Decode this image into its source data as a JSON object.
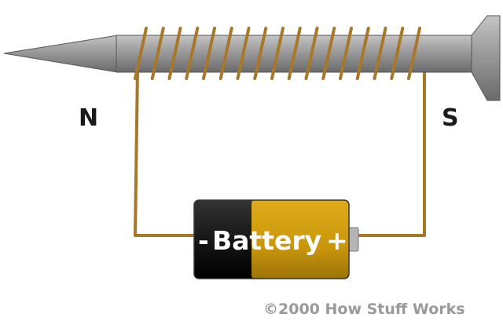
{
  "labels": {
    "north": "N",
    "south": "S",
    "battery_negative": "-",
    "battery_name": "Battery",
    "battery_positive": "+"
  },
  "copyright": "©2000 How Stuff Works",
  "colors": {
    "wire": "#a8782a",
    "nail": "#8f8f8f",
    "battery_black": "#111111",
    "battery_gold": "#c9960c"
  },
  "coil_turns": 17
}
